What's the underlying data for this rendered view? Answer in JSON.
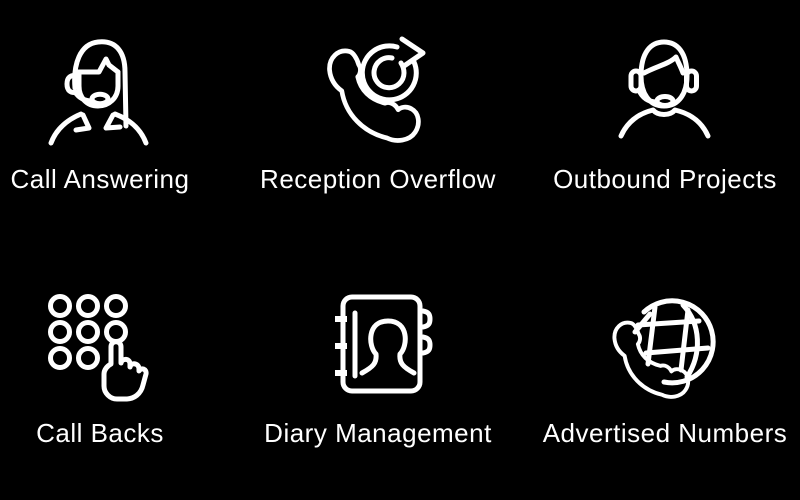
{
  "page": {
    "background_color": "#000000",
    "foreground_color": "#ffffff",
    "description": "Telephone answering service features grid, 2 rows x 3 columns of white outline icons with labels"
  },
  "services": [
    {
      "label": "Call Answering",
      "icon": "call-answering-icon"
    },
    {
      "label": "Reception Overflow",
      "icon": "reception-overflow-icon"
    },
    {
      "label": "Outbound Projects",
      "icon": "outbound-projects-icon"
    },
    {
      "label": "Call Backs",
      "icon": "call-backs-icon"
    },
    {
      "label": "Diary Management",
      "icon": "diary-management-icon"
    },
    {
      "label": "Advertised Numbers",
      "icon": "advertised-numbers-icon"
    }
  ]
}
